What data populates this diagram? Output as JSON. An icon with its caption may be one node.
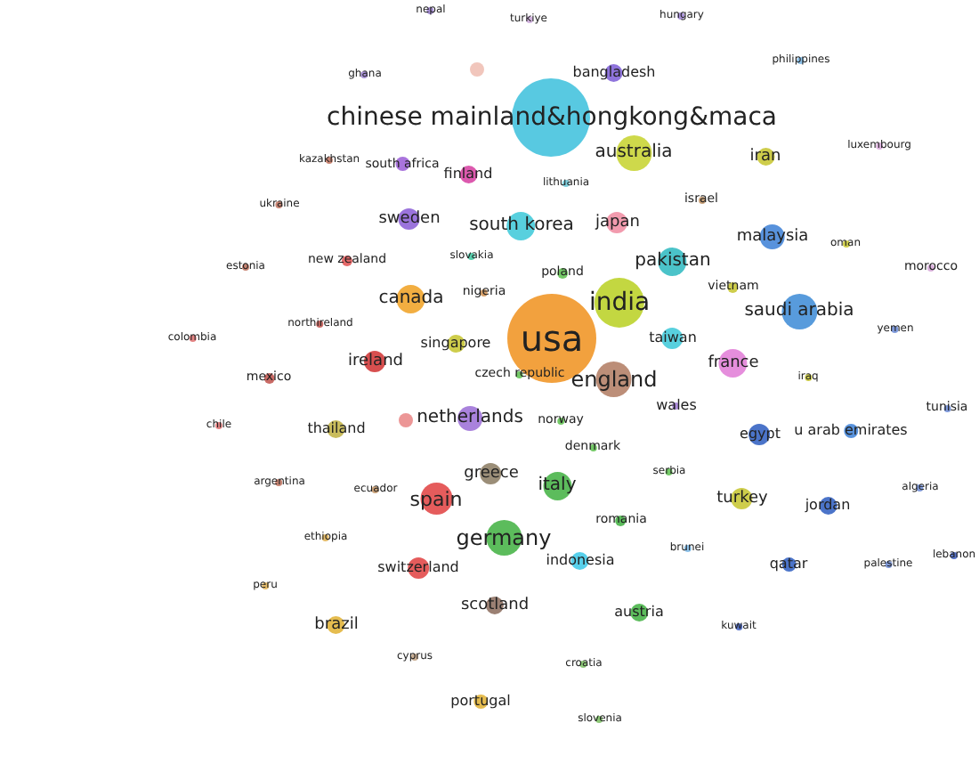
{
  "diagram": {
    "nodes": [
      {
        "text": [
          "nepal"
        ]
      },
      {
        "text": [
          "turkiye"
        ]
      },
      {
        "text": [
          "hungary"
        ]
      },
      {
        "text": [
          "ghana"
        ]
      },
      {
        "text": [
          "bangladesh"
        ]
      },
      {
        "text": [
          "philippines"
        ]
      },
      {
        "text": [
          "chinese mainland&hongkong&maca"
        ]
      },
      {
        "text": [],
        "shape": "circle"
      },
      {
        "text": [
          "australia"
        ]
      },
      {
        "text": [
          "south africa"
        ]
      },
      {
        "text": [
          "luxembourg"
        ]
      },
      {
        "text": [
          "kazakhstan"
        ]
      },
      {
        "text": [
          "iran"
        ]
      },
      {
        "text": [
          "finland"
        ]
      },
      {
        "text": [
          "lithuania"
        ]
      },
      {
        "text": [
          "israel"
        ]
      },
      {
        "text": [
          "ukraine"
        ]
      },
      {
        "text": [
          "sweden"
        ]
      },
      {
        "text": [
          "south korea"
        ]
      },
      {
        "text": [
          "japan"
        ]
      },
      {
        "text": [
          "malaysia"
        ]
      },
      {
        "text": [
          "oman"
        ]
      },
      {
        "text": [
          "new zealand"
        ]
      },
      {
        "text": [
          "estonia"
        ]
      },
      {
        "text": [
          "slovakia"
        ]
      },
      {
        "text": [
          "morocco"
        ]
      },
      {
        "text": [
          "pakistan"
        ]
      },
      {
        "text": [
          "poland"
        ]
      },
      {
        "text": [
          "nigeria"
        ]
      },
      {
        "text": [
          "india"
        ]
      },
      {
        "text": [
          "canada"
        ]
      },
      {
        "text": [
          "vietnam"
        ]
      },
      {
        "text": [
          "saudi arabia"
        ]
      },
      {
        "text": [
          "colombia"
        ]
      },
      {
        "text": [
          "northireland"
        ]
      },
      {
        "text": [
          "yemen"
        ]
      },
      {
        "text": [
          "usa"
        ]
      },
      {
        "text": [
          "singapore"
        ]
      },
      {
        "text": [
          "taiwan"
        ]
      },
      {
        "text": [
          "ireland"
        ]
      },
      {
        "text": [
          "france"
        ]
      },
      {
        "text": [
          "czech republic"
        ]
      },
      {
        "text": [
          "england"
        ]
      },
      {
        "text": [
          "mexico"
        ]
      },
      {
        "text": [
          "iraq"
        ]
      },
      {
        "text": [
          "wales"
        ]
      },
      {
        "text": [],
        "shape": "circle"
      },
      {
        "text": [
          "netherlands"
        ]
      },
      {
        "text": [
          "egypt"
        ]
      },
      {
        "text": [
          "u arab emirates"
        ]
      },
      {
        "text": [
          "tunisia"
        ]
      },
      {
        "text": [
          "norway"
        ]
      },
      {
        "text": [
          "chile"
        ]
      },
      {
        "text": [
          "thailand"
        ]
      },
      {
        "text": [
          "denmark"
        ]
      },
      {
        "text": [
          "greece"
        ]
      },
      {
        "text": [
          "argentina"
        ]
      },
      {
        "text": [
          "ecuador"
        ]
      },
      {
        "text": [
          "spain"
        ]
      },
      {
        "text": [
          "serbia"
        ]
      },
      {
        "text": [
          "italy"
        ]
      },
      {
        "text": [
          "turkey"
        ]
      },
      {
        "text": [
          "jordan"
        ]
      },
      {
        "text": [
          "algeria"
        ]
      },
      {
        "text": [
          "ethiopia"
        ]
      },
      {
        "text": [
          "germany"
        ]
      },
      {
        "text": [
          "romania"
        ]
      },
      {
        "text": [
          "brunei"
        ]
      },
      {
        "text": [
          "switzerland"
        ]
      },
      {
        "text": [
          "indonesia"
        ]
      },
      {
        "text": [
          "qatar"
        ]
      },
      {
        "text": [
          "palestine"
        ]
      },
      {
        "text": [
          "lebanon"
        ]
      },
      {
        "text": [
          "peru"
        ]
      },
      {
        "text": [
          "brazil"
        ]
      },
      {
        "text": [
          "scotland"
        ]
      },
      {
        "text": [
          "austria"
        ]
      },
      {
        "text": [
          "kuwait"
        ]
      },
      {
        "text": [
          "cyprus"
        ]
      },
      {
        "text": [
          "croatia"
        ]
      },
      {
        "text": [
          "portugal"
        ]
      },
      {
        "text": [
          "slovenia"
        ]
      }
    ]
  }
}
